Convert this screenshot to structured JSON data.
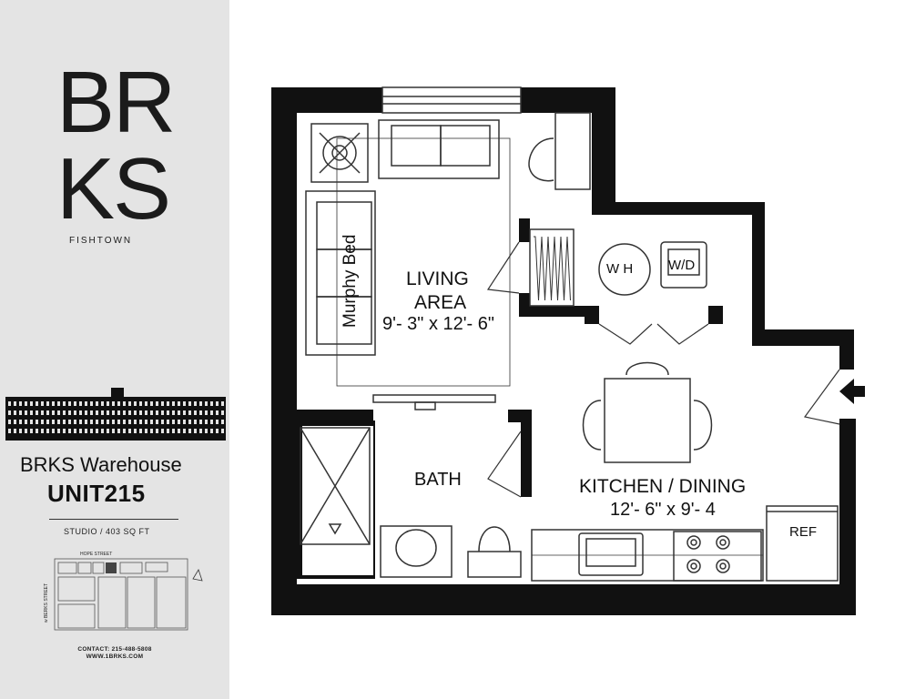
{
  "brand": {
    "logo_line1": "BR",
    "logo_line2": "KS",
    "location": "FISHTOWN"
  },
  "listing": {
    "title": "BRKS Warehouse",
    "unit": "UNIT215",
    "subtitle": "STUDIO / 403 SQ FT",
    "contact": "CONTACT: 215-488-5808",
    "website": "WWW.1BRKS.COM"
  },
  "site_plan": {
    "street_top": "HOPE STREET",
    "street_left": "w BERKS STREET"
  },
  "floor_plan": {
    "rooms": {
      "living_name": "LIVING",
      "living_name2": "AREA",
      "living_dims": "9'- 3\" x 12'- 6\"",
      "bath": "BATH",
      "kitchen_name": "KITCHEN / DINING",
      "kitchen_dims": "12'- 6\" x 9'- 4"
    },
    "fixtures": {
      "murphy_bed": "Murphy Bed",
      "water_heater": "W H",
      "washer_dryer": "W/D",
      "refrigerator": "REF"
    }
  },
  "colors": {
    "wall": "#111111",
    "sidebar": "#e4e4e4",
    "line": "#333333"
  }
}
